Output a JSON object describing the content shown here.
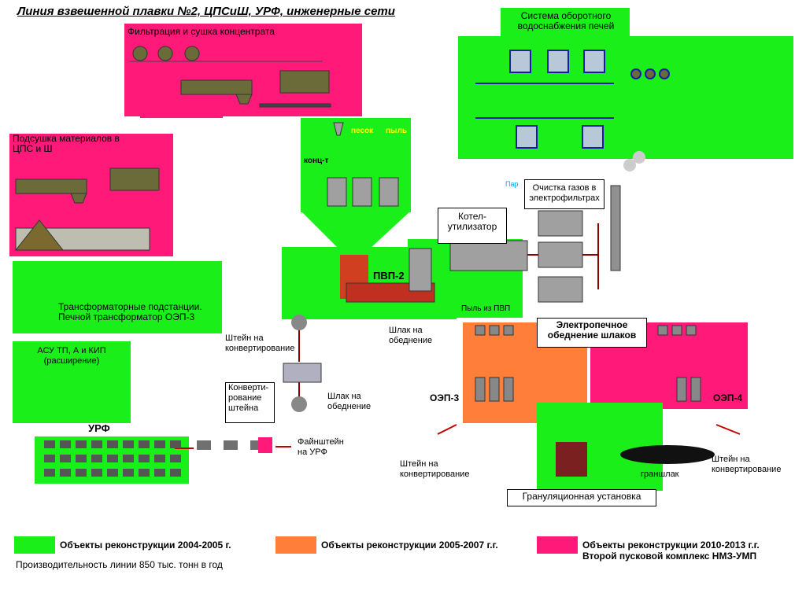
{
  "title": "Линия взвешенной плавки №2, ЦПСиШ, УРФ, инженерные сети",
  "colors": {
    "green": "#1aef1a",
    "orange": "#ff7f3a",
    "magenta": "#ff1a7a"
  },
  "blocks": {
    "filtration": "Фильтрация и сушка концентрата",
    "drying": "Подсушка материалов в ЦПС и Ш",
    "water": "Система оборотного водоснабжения печей",
    "transformers": "Трансформаторные подстанции. Печной трансформатор ОЭП-3",
    "asu": "АСУ ТП, А и КИП (расширение)",
    "urf": "УРФ",
    "pvp": "ПВП-2",
    "boiler": "Котел-утилизатор",
    "gas_cleaning": "Очистка газов в электрофильтрах",
    "steam": "Пар",
    "dust_pvp": "Пыль из ПВП",
    "sand": "песок",
    "dust": "пыль",
    "conc": "конц-т",
    "slag_depletion": "Электропечное обеднение шлаков",
    "oep3": "ОЭП-3",
    "oep4": "ОЭП-4",
    "granulation": "Грануляционная установка",
    "granslag": "граншлак",
    "converting": "Конверти-рование штейна",
    "matte_conv1": "Штейн на конвертирование",
    "slag_dep1": "Шлак на обеднение",
    "slag_dep2": "Шлак на обеднение",
    "fine_matte": "Файнштейн на УРФ",
    "matte_conv2": "Штейн на конвертирование",
    "matte_conv3": "Штейн на конвертирование"
  },
  "legend": [
    {
      "label": "Объекты реконструкции 2004-2005 г.",
      "color": "#1aef1a"
    },
    {
      "label": "Объекты реконструкции 2005-2007 г.г.",
      "color": "#ff7f3a"
    },
    {
      "label": "Объекты реконструкции 2010-2013 г.г. Второй пусковой комплекс НМЗ-УМП",
      "color": "#ff1a7a"
    }
  ],
  "footer": "Производительность линии 850 тыс. тонн в год"
}
